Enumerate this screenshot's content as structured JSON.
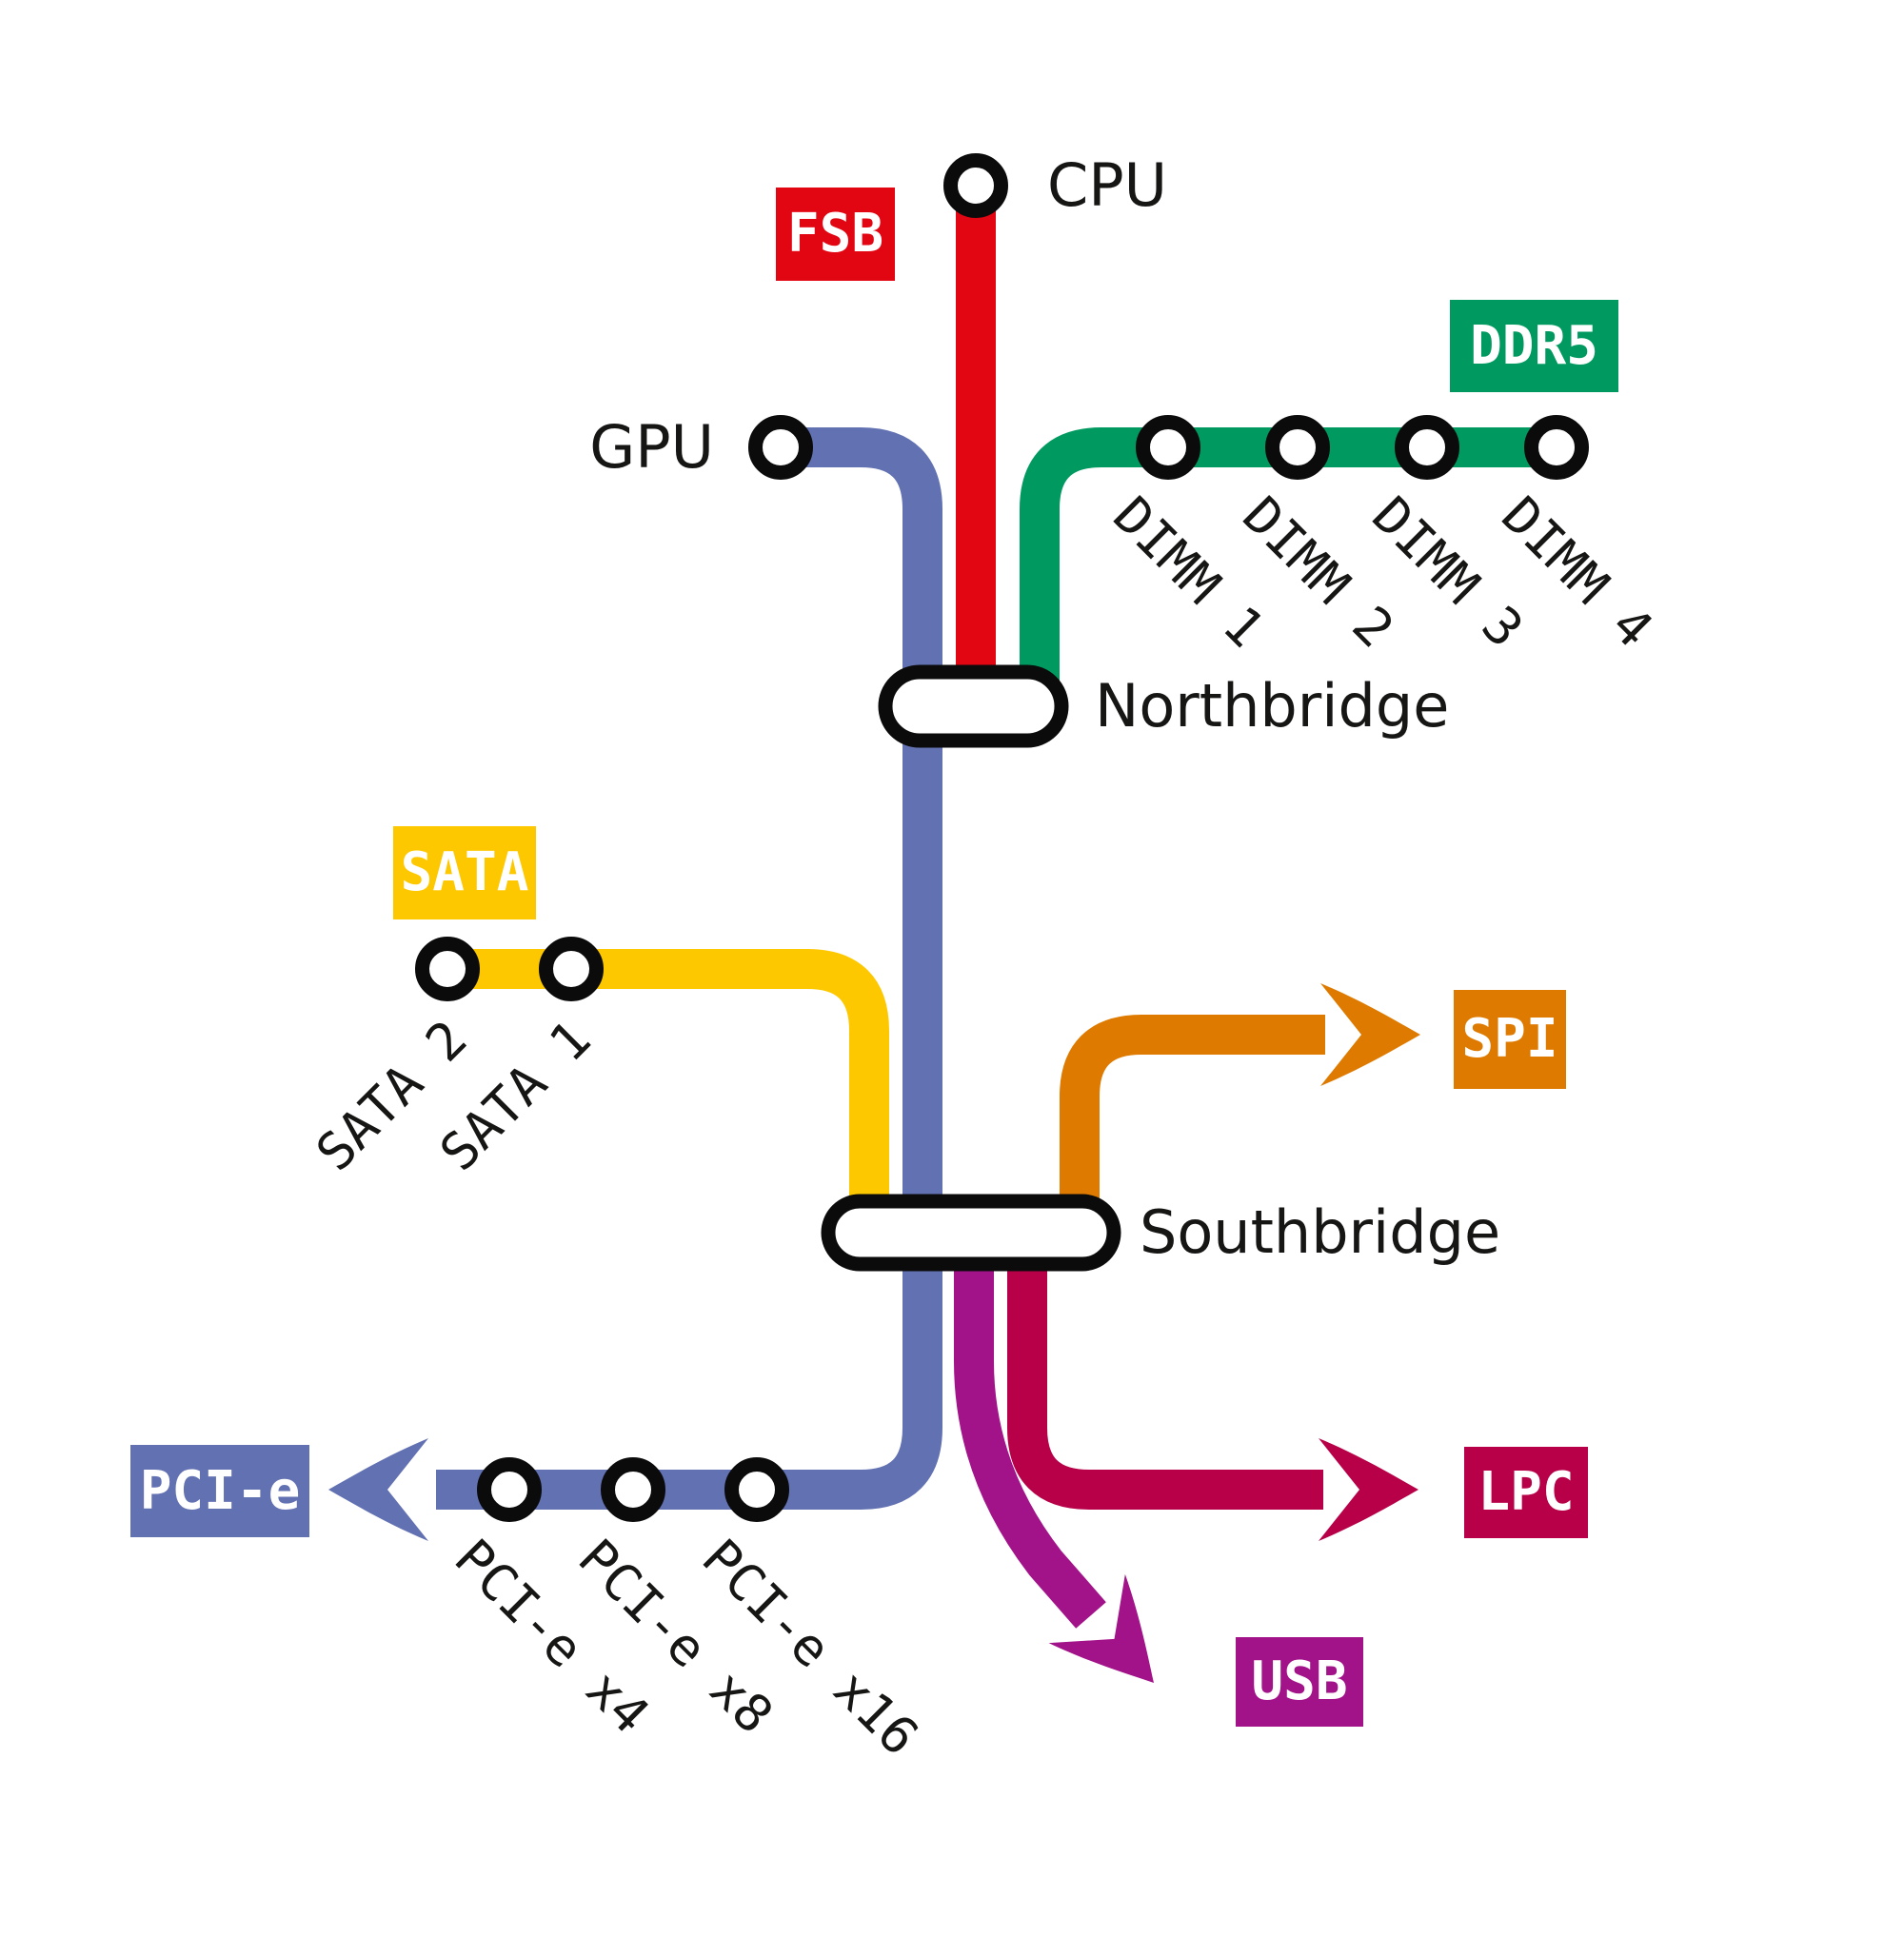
{
  "diagram": {
    "style": "metro-map",
    "subject": "motherboard-bus-architecture",
    "background": "#ffffff"
  },
  "colors": {
    "fsb_red": "#e20613",
    "ddr5_green": "#009a60",
    "pcie_blue": "#6271b2",
    "sata_yellow": "#fdc800",
    "spi_orange": "#de7a00",
    "lpc_crimson": "#b70048",
    "usb_magenta": "#a21289",
    "line_black": "#0b0b0b",
    "station_fill": "#ffffff",
    "text_black": "#161615"
  },
  "nodes": {
    "cpu": {
      "label": "CPU"
    },
    "gpu": {
      "label": "GPU"
    },
    "northbridge": {
      "label": "Northbridge"
    },
    "southbridge": {
      "label": "Southbridge"
    }
  },
  "buses": {
    "fsb": {
      "label": "FSB"
    },
    "ddr5": {
      "label": "DDR5"
    },
    "sata": {
      "label": "SATA"
    },
    "spi": {
      "label": "SPI"
    },
    "lpc": {
      "label": "LPC"
    },
    "usb": {
      "label": "USB"
    },
    "pcie": {
      "label": "PCI-e"
    }
  },
  "stations": {
    "dimm1": {
      "label": "DIMM 1"
    },
    "dimm2": {
      "label": "DIMM 2"
    },
    "dimm3": {
      "label": "DIMM 3"
    },
    "dimm4": {
      "label": "DIMM 4"
    },
    "sata2": {
      "label": "SATA 2"
    },
    "sata1": {
      "label": "SATA 1"
    },
    "pcie_x4": {
      "label": "PCI-e x4"
    },
    "pcie_x8": {
      "label": "PCI-e x8"
    },
    "pcie_x16": {
      "label": "PCI-e x16"
    }
  }
}
